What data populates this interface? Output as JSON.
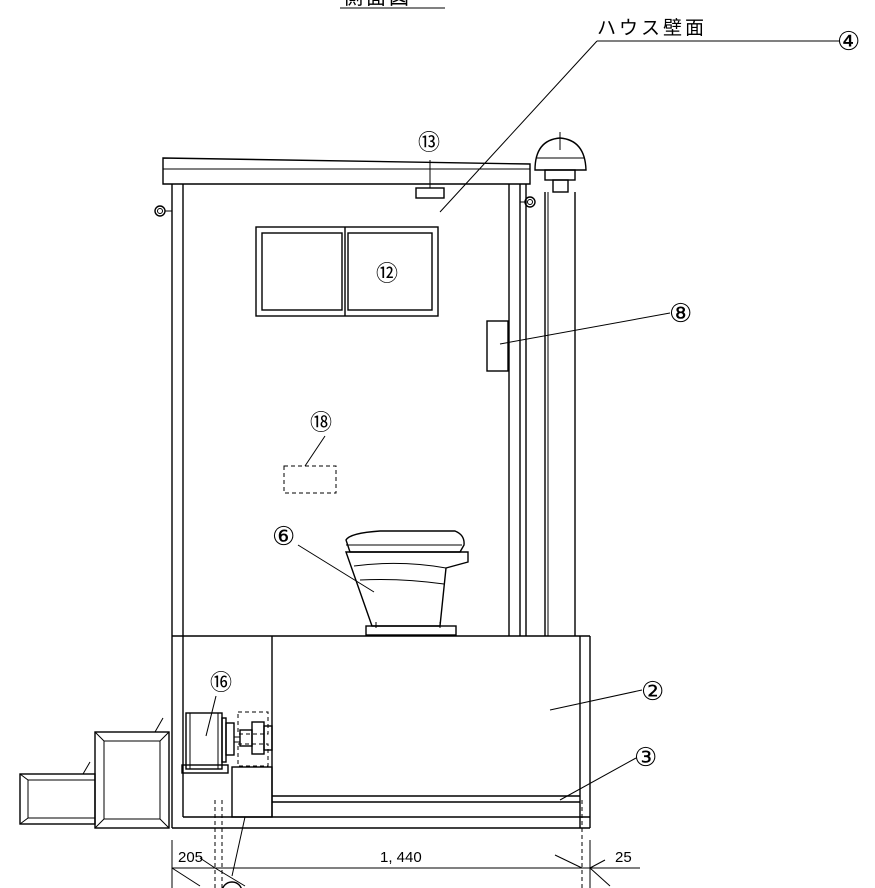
{
  "title": "側面図",
  "wall_label": "ハウス壁面",
  "callouts": [
    {
      "id": "c4",
      "label": "④"
    },
    {
      "id": "c13",
      "label": "⑬"
    },
    {
      "id": "c12",
      "label": "⑫"
    },
    {
      "id": "c8",
      "label": "⑧"
    },
    {
      "id": "c18",
      "label": "⑱"
    },
    {
      "id": "c6",
      "label": "⑥"
    },
    {
      "id": "c16",
      "label": "⑯"
    },
    {
      "id": "c2",
      "label": "②"
    },
    {
      "id": "c3",
      "label": "③"
    }
  ],
  "dimensions": {
    "left": "205",
    "middle": "1, 440",
    "right": "25"
  }
}
